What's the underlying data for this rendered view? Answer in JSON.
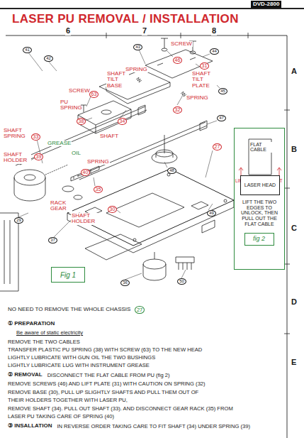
{
  "diagram": {
    "title": "LASER PU REMOVAL / INSTALLATION",
    "nodes": [
      {
        "text": [
          "LIFT THE TWO EDGES TO UNLOCK, THEN PULL OUT THE FLAT CABLE"
        ]
      },
      {
        "text": [
          "LASER HEAD"
        ],
        "in": 0
      },
      {
        "text": [
          "fig 2"
        ],
        "in": 0
      },
      {
        "text": [
          "Fig 1"
        ]
      }
    ],
    "labels": [
      "DVD-2800",
      "6",
      "7",
      "8",
      "A",
      "B",
      "C",
      "D",
      "E",
      "SCREW",
      "SPRING",
      "SHAFT TILT BASE",
      "SHAFT TILT PLATE",
      "SPRING",
      "SCREW",
      "PU SPRING",
      "SHAFT",
      "SHAFT SPRING",
      "GREASE",
      "OIL",
      "SPRING",
      "SHAFT HOLDER",
      "RACK GEAR",
      "SHAFT HOLDER",
      "FLAT CABLE",
      "LIFT",
      "LIFT",
      "46",
      "31",
      "32",
      "34",
      "38",
      "63",
      "33",
      "39",
      "40",
      "35",
      "30",
      "27",
      "41",
      "42",
      "43",
      "44",
      "45",
      "47",
      "48",
      "49",
      "50",
      "37",
      "36",
      "29",
      "NO NEED TO REMOVE THE WHOLE CHASSIS",
      "27",
      "① PREPARATION",
      "Be aware of static electricity",
      "REMOVE THE TWO CABLES",
      "TRANSFER PLASTIC PU SPRING (38) WITH SCREW (63) TO THE NEW HEAD",
      "LIGHTLY LUBRICATE WITH GUN OIL THE TWO BUSHINGS",
      "LIGHTLY LUBRICATE LUG WITH INSTRUMENT GREASE",
      "② REMOVAL",
      "DISCONNECT THE FLAT CABLE FROM PU (fig 2)",
      "REMOVE SCREWS (46) AND LIFT PLATE (31) WITH CAUTION ON SPRING (32)",
      "REMOVE BASE (30), PULL UP SLIGHTLY SHAFTS AND PULL THEM OUT OF",
      "THEIR HOLDERS TOGETHER WITH LASER PU,",
      "REMOVE SHAFT (34). PULL OUT SHAFT (33). AND DISCONNECT GEAR RACK (35) FROM",
      "LASER PU TAKING CARE OF SPRING (40)",
      "③ INSALLATION",
      "IN REVERSE ORDER TAKING CARE TO FIT SHAFT (34) UNDER SPRING (39)"
    ]
  }
}
